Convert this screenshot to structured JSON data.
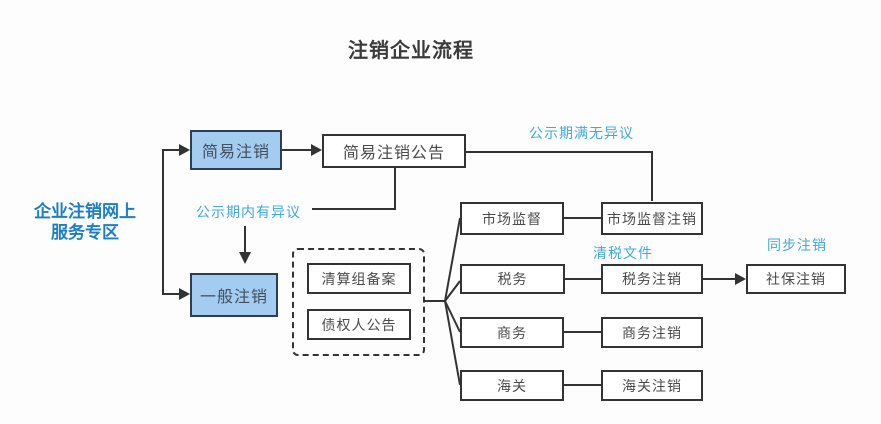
{
  "title": "注销企业流程",
  "entry": {
    "label": "企业注销网上\n服务专区"
  },
  "nodes": {
    "simple_cancel": "简易注销",
    "simple_cancel_notice": "简易注销公告",
    "general_cancel": "一般注销",
    "liquidation_group_filing": "清算组备案",
    "creditor_notice": "债权人公告",
    "market_supervision": "市场监督",
    "market_supervision_cancel": "市场监督注销",
    "tax": "税务",
    "tax_cancel": "税务注销",
    "commerce": "商务",
    "commerce_cancel": "商务注销",
    "customs": "海关",
    "customs_cancel": "海关注销",
    "social_security_cancel": "社保注销"
  },
  "edge_labels": {
    "publicity_no_objection": "公示期满无异议",
    "publicity_objection": "公示期内有异议",
    "tax_clearance_document": "清税文件",
    "synchronous_cancel": "同步注销"
  },
  "colors": {
    "highlight_node_fill": "#a4ccf0",
    "highlight_node_border": "#2c3e50",
    "node_border": "#333333",
    "connector": "#333333",
    "edge_label_text": "#3fa9dc",
    "entry_text": "#1b7ec8",
    "title_text": "#3b3b3b"
  }
}
